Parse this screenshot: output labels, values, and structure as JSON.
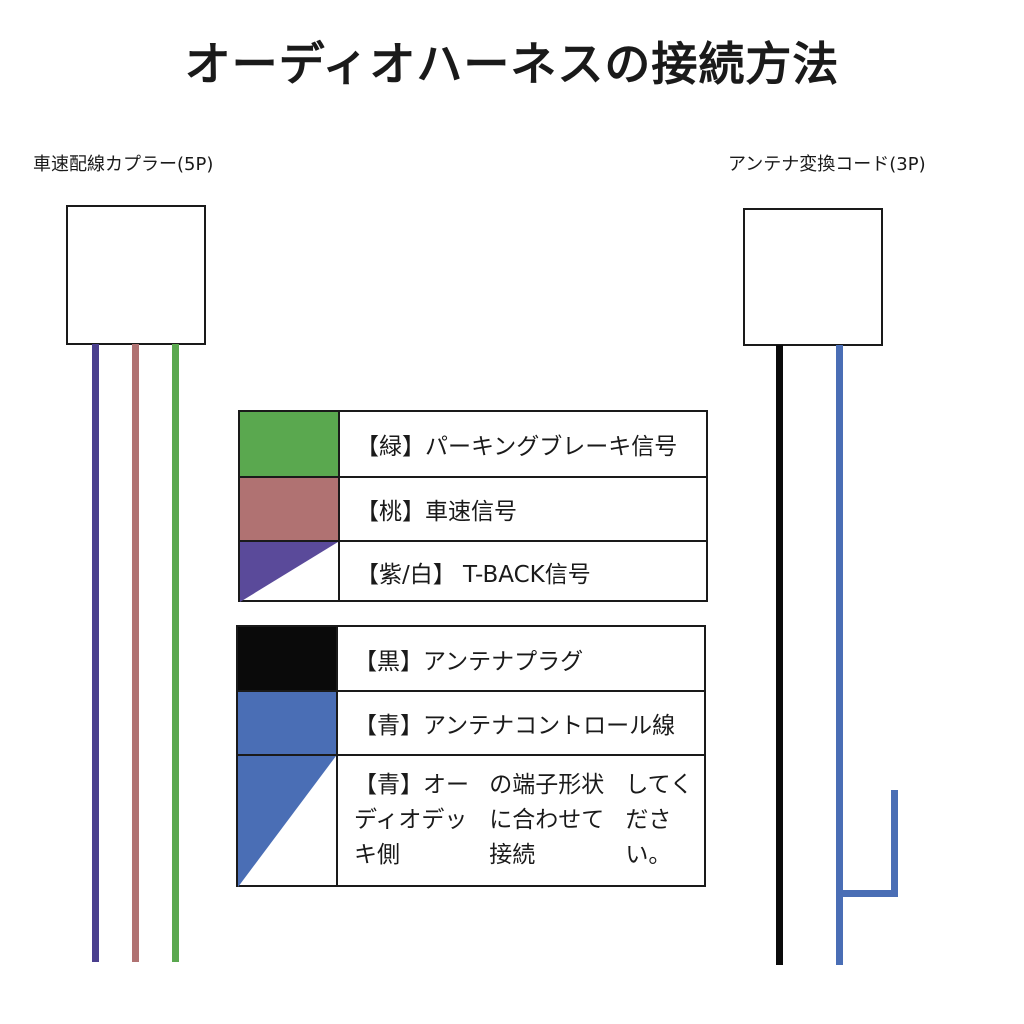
{
  "title": "オーディオハーネスの接続方法",
  "left_connector": {
    "label": "車速配線カプラー(5P)",
    "wires": [
      {
        "name": "purple",
        "color": "#4a3f8e"
      },
      {
        "name": "pink",
        "color": "#b07272"
      },
      {
        "name": "green",
        "color": "#5aa84f"
      }
    ]
  },
  "right_connector": {
    "label": "アンテナ変換コード(3P)",
    "wires": [
      {
        "name": "black",
        "color": "#0a0a0a"
      },
      {
        "name": "blue",
        "color": "#4a6eb5"
      }
    ]
  },
  "legend_top": [
    {
      "text": "【緑】パーキングブレーキ信号",
      "swatch": "solid",
      "color": "#5aa84f"
    },
    {
      "text": "【桃】車速信号",
      "swatch": "solid",
      "color": "#b07272"
    },
    {
      "text": "【紫/白】 T-BACK信号",
      "swatch": "split",
      "color": "#5a4a9a"
    }
  ],
  "legend_bottom": [
    {
      "text": "【黒】アンテナプラグ",
      "swatch": "solid",
      "color": "#0a0a0a"
    },
    {
      "text": "【青】アンテナコントロール線",
      "swatch": "solid",
      "color": "#4a6eb5"
    },
    {
      "lines": [
        "【青】オーディオデッキ側",
        "の端子形状に合わせて接続",
        "してください。"
      ],
      "swatch": "split",
      "color": "#4a6eb5"
    }
  ]
}
